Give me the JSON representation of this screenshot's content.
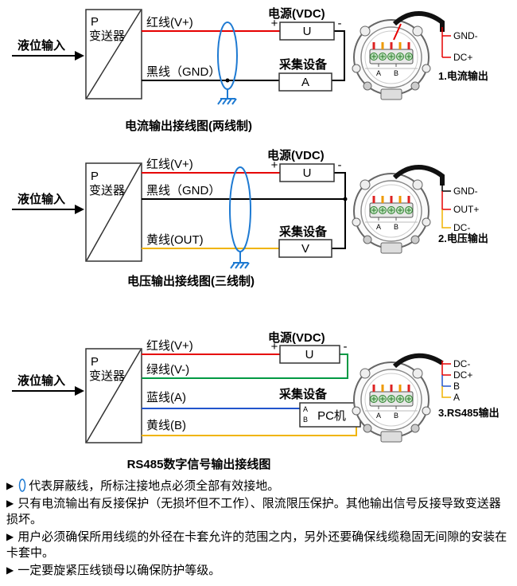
{
  "colors": {
    "wire_red": "#e60000",
    "wire_black": "#000000",
    "wire_yellow": "#f0b400",
    "wire_green": "#009944",
    "wire_blue": "#2255cc",
    "shield_blue": "#1e7ad2"
  },
  "shared": {
    "bullet": "▶",
    "terminal_a": "A",
    "terminal_b": "B"
  },
  "d1": {
    "input": "液位输入",
    "transmitter_p": "P",
    "transmitter_name": "变送器",
    "wire_red": "红线(V+)",
    "wire_black": "黑线（GND）",
    "power_label": "电源(VDC)",
    "power_unit": "U",
    "plus": "+",
    "minus": "-",
    "collector_label": "采集设备",
    "collector_unit": "A",
    "caption": "电流输出接线图(两线制)",
    "connector_labels": [
      "GND-",
      "DC+"
    ],
    "connector_caption": "1.电流输出"
  },
  "d2": {
    "input": "液位输入",
    "transmitter_p": "P",
    "transmitter_name": "变送器",
    "wire_red": "红线(V+)",
    "wire_black": "黑线（GND）",
    "wire_yellow": "黄线(OUT)",
    "power_label": "电源(VDC)",
    "power_unit": "U",
    "plus": "+",
    "minus": "-",
    "collector_label": "采集设备",
    "collector_unit": "V",
    "caption": "电压输出接线图(三线制)",
    "connector_labels": [
      "GND-",
      "OUT+",
      "DC-"
    ],
    "connector_caption": "2.电压输出"
  },
  "d3": {
    "input": "液位输入",
    "transmitter_p": "P",
    "transmitter_name": "变送器",
    "wire_red": "红线(V+)",
    "wire_green": "绿线(V-)",
    "wire_blue": "蓝线(A)",
    "wire_yellow": "黄线(B)",
    "power_label": "电源(VDC)",
    "power_unit": "U",
    "plus": "+",
    "minus": "-",
    "collector_label": "采集设备",
    "pc_label": "PC机",
    "pc_a": "A",
    "pc_b": "B",
    "caption": "RS485数字信号输出接线图",
    "connector_labels": [
      "DC-",
      "DC+",
      "B",
      "A"
    ],
    "connector_caption": "3.RS485输出"
  },
  "notes": [
    {
      "text": "代表屏蔽线，所标注接地点必须全部有效接地。"
    },
    {
      "text": "只有电流输出有反接保护（无损坏但不工作）、限流限压保护。其他输出信号反接导致变送器损坏。"
    },
    {
      "text": "用户必须确保所用线缆的外径在卡套允许的范围之内，另外还要确保线缆稳固无间隙的安装在卡套中。"
    },
    {
      "text": "一定要旋紧压线锁母以确保防护等级。"
    }
  ]
}
